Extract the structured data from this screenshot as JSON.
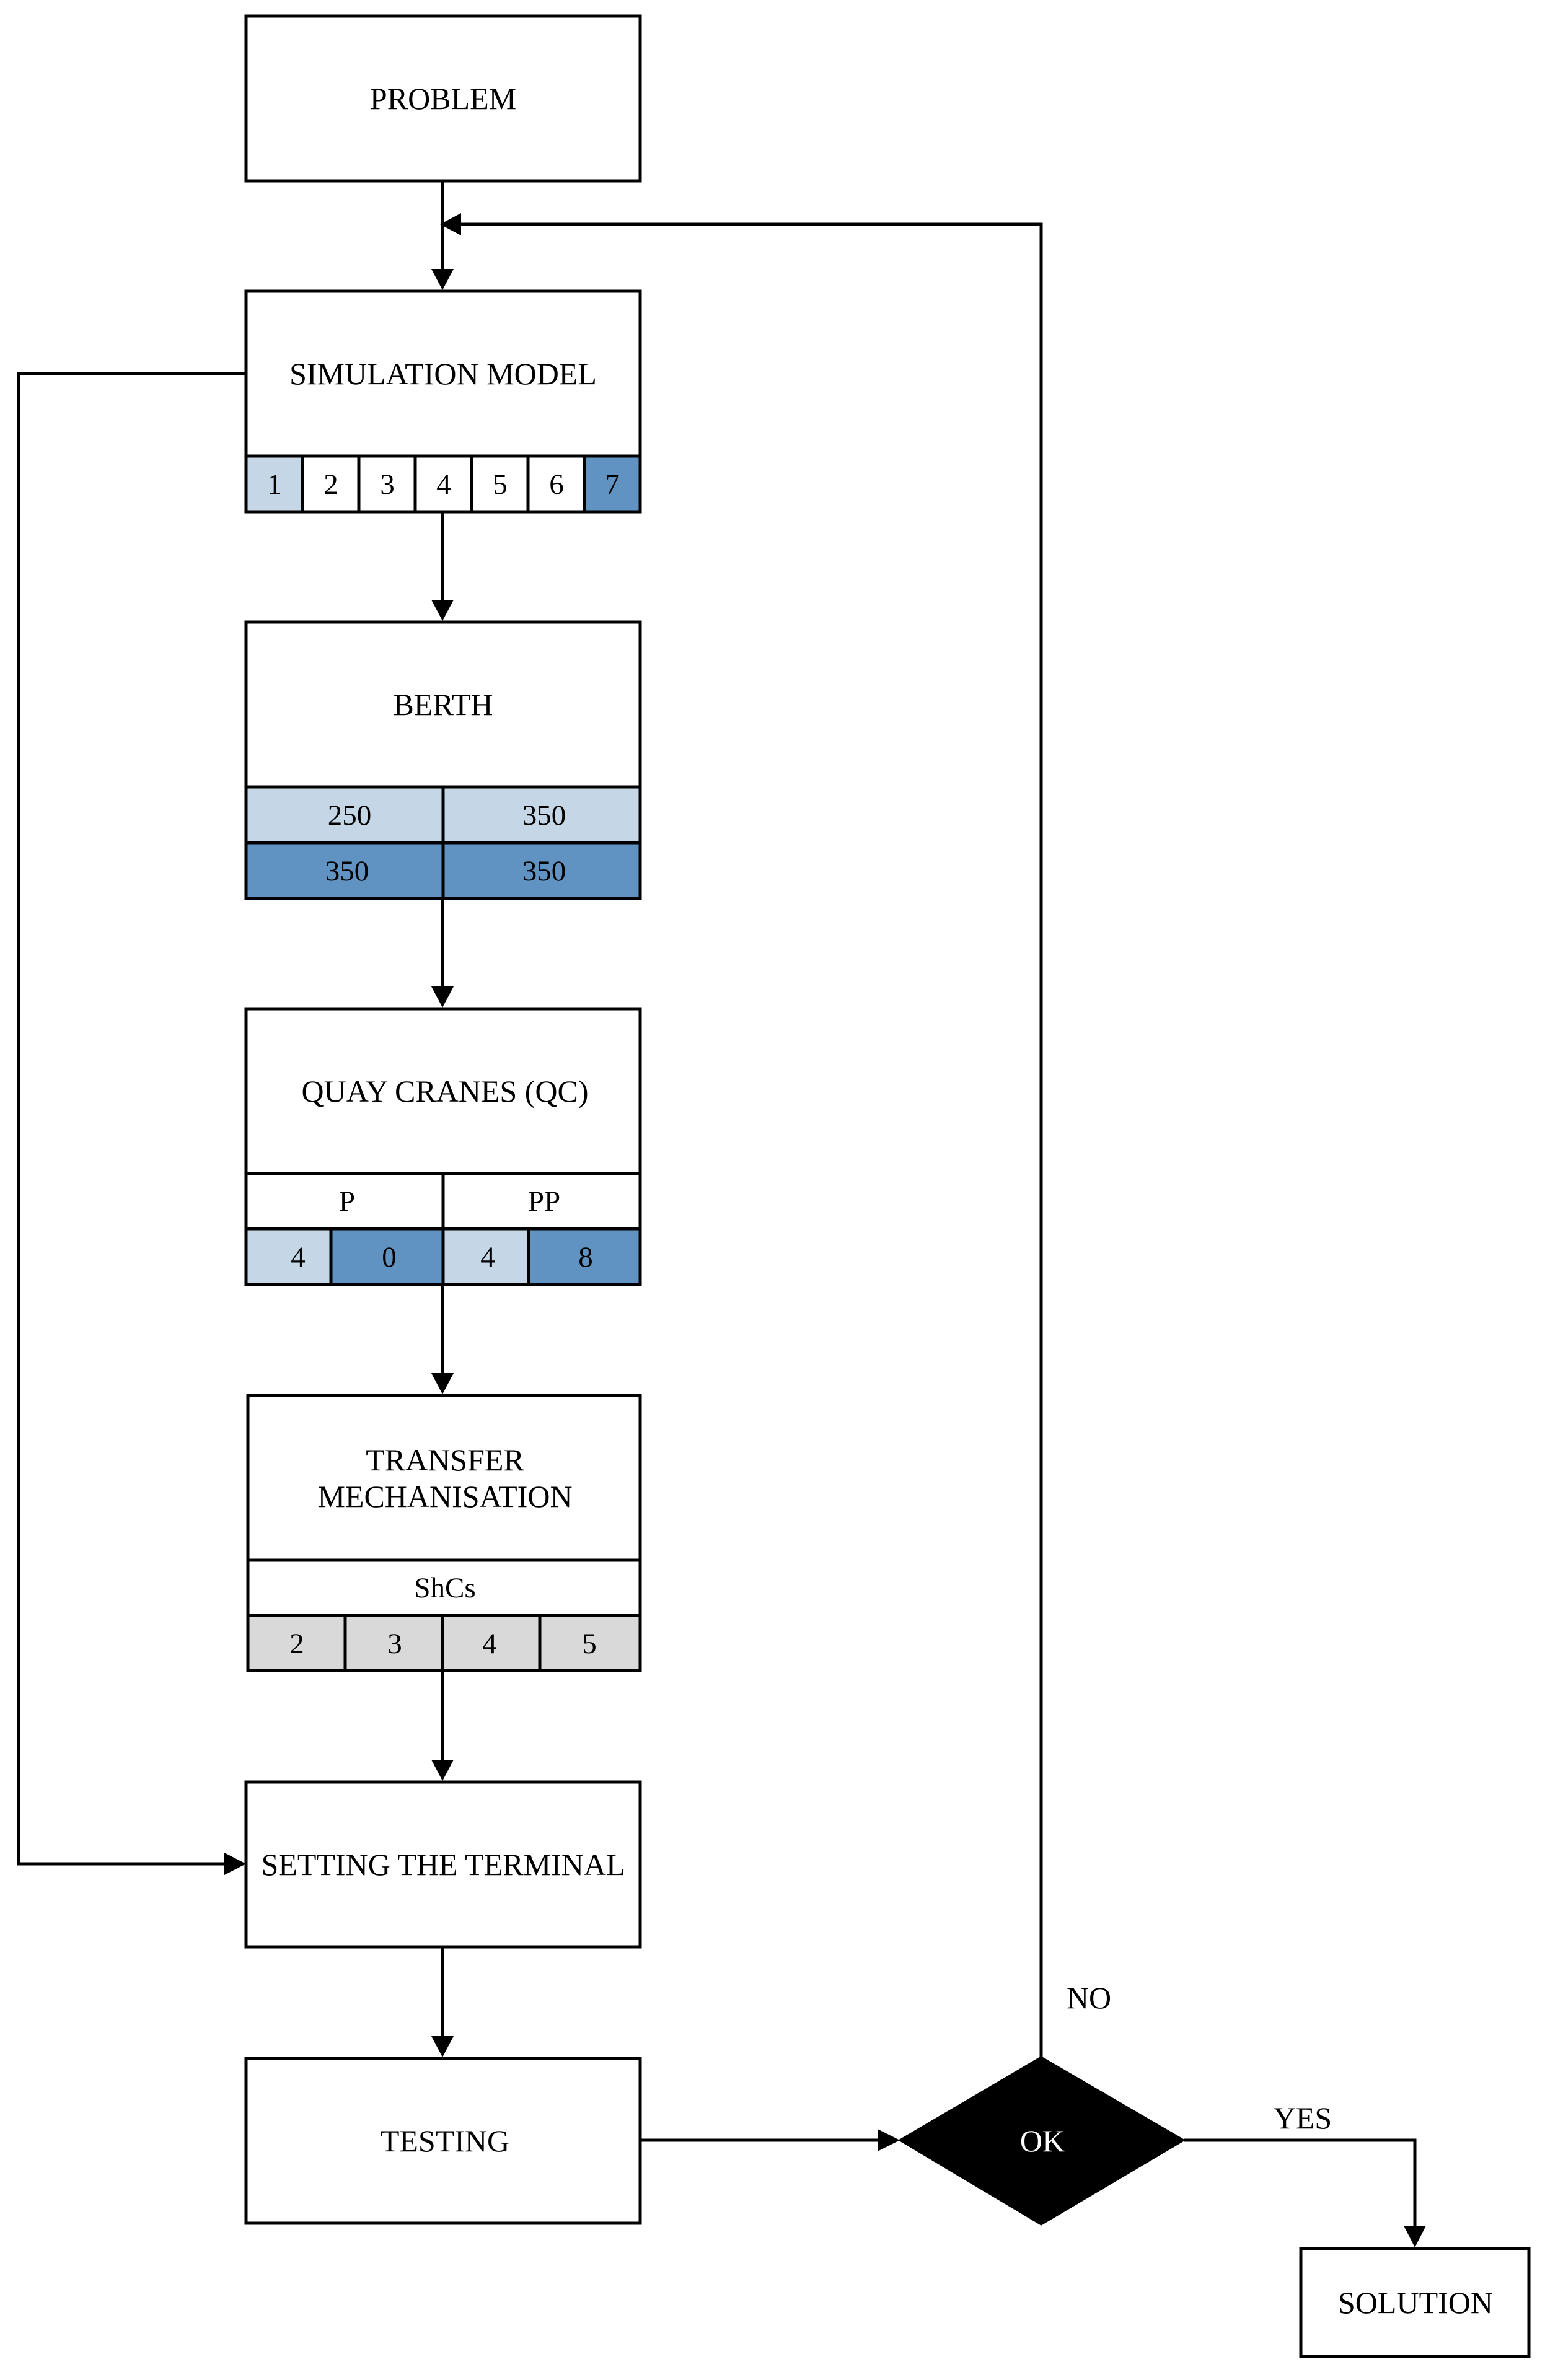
{
  "colors": {
    "light_blue": "#c5d7e7",
    "dark_blue": "#6093c1",
    "light_gray": "#d9d9d9",
    "decision_fill": "#000000",
    "decision_text": "#ffffff"
  },
  "nodes": {
    "problem": "PROBLEM",
    "simulation_model": "SIMULATION MODEL",
    "berth": "BERTH",
    "quay_cranes": "QUAY CRANES (QC)",
    "transfer_line1": "TRANSFER",
    "transfer_line2": "MECHANISATION",
    "setting": "SETTING THE TERMINAL",
    "testing": "TESTING",
    "decision": "OK",
    "solution": "SOLUTION"
  },
  "simulation_cells": [
    "1",
    "2",
    "3",
    "4",
    "5",
    "6",
    "7"
  ],
  "berth_cells": {
    "row1": [
      "250",
      "350"
    ],
    "row2": [
      "350",
      "350"
    ]
  },
  "quay_cranes_cells": {
    "groups": [
      "P",
      "PP"
    ],
    "values": [
      "4",
      "0",
      "4",
      "8"
    ]
  },
  "transfer_cells": {
    "label": "ShCs",
    "values": [
      "2",
      "3",
      "4",
      "5"
    ]
  },
  "edge_labels": {
    "no": "NO",
    "yes": "YES"
  }
}
